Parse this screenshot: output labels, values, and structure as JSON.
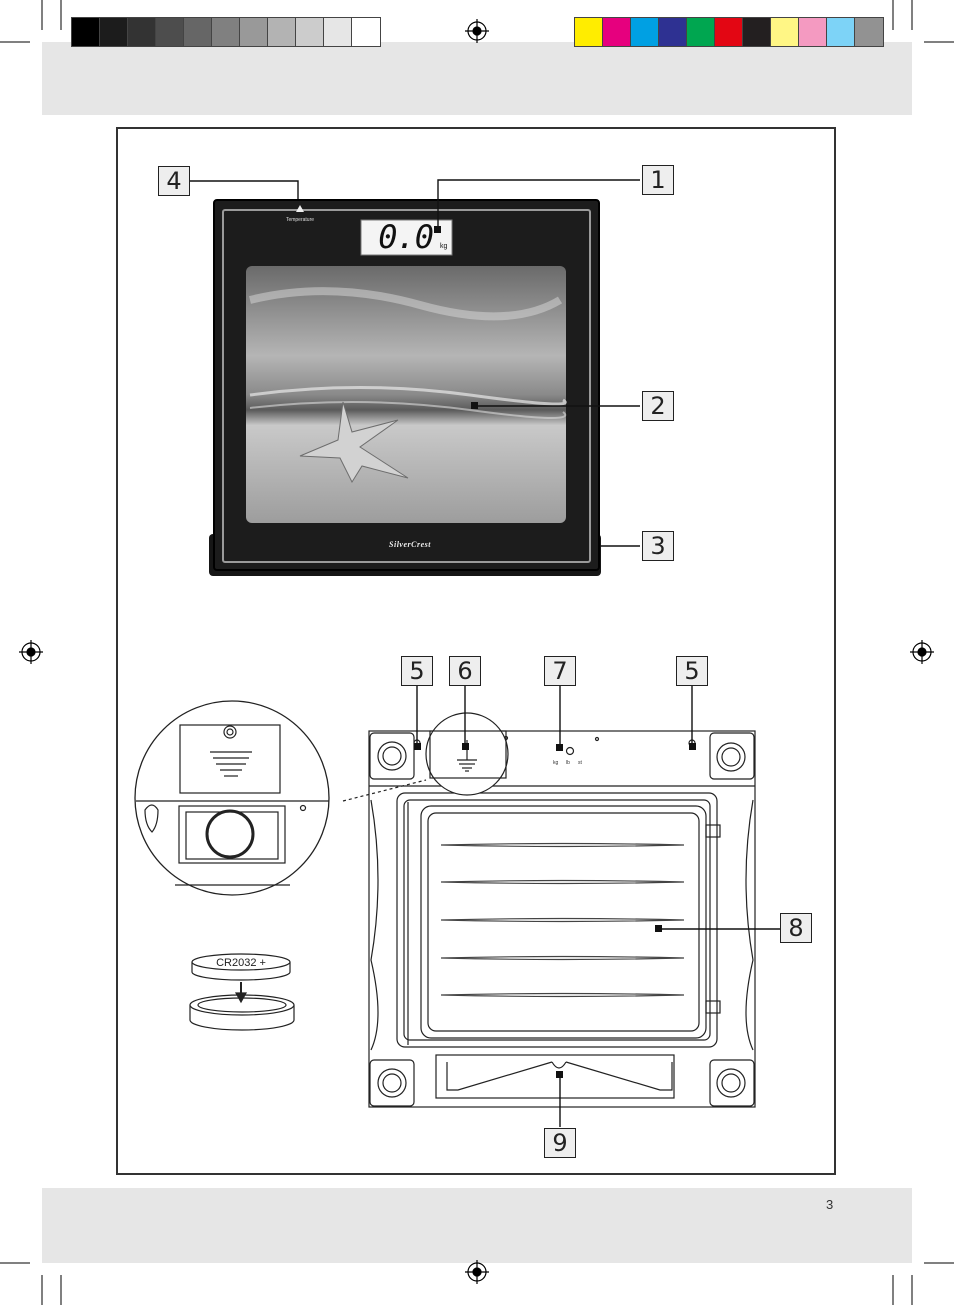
{
  "page_number": "3",
  "callouts": {
    "display": "1",
    "glass_platform": "2",
    "base": "3",
    "temperature_marker": "4",
    "foot_left": "5",
    "battery_compartment": "6",
    "unit_switch": "7",
    "label_area": "8",
    "hanging_recess": "9",
    "foot_right": "5"
  },
  "scale": {
    "display_reading": "0.0",
    "display_unit": "kg",
    "temperature_label": "Temperature",
    "brand": "SilverCrest"
  },
  "unit_switch_labels": [
    "kg",
    "lb",
    "st"
  ],
  "battery": {
    "type_label": "CR2032 +"
  },
  "colors": {
    "band": "#e6e6e6",
    "scale_frame": "#1a1a1a",
    "grey_bar": [
      "#000000",
      "#1c1c1c",
      "#333333",
      "#4d4d4d",
      "#666666",
      "#808080",
      "#999999",
      "#b3b3b3",
      "#cccccc",
      "#e6e6e6",
      "#ffffff"
    ],
    "color_bar": [
      "#ffed00",
      "#e6007e",
      "#00a0e3",
      "#2e3192",
      "#00a650",
      "#e30613",
      "#231f20",
      "#fff685",
      "#f49ac1",
      "#7dd3f7",
      "#929292"
    ]
  }
}
